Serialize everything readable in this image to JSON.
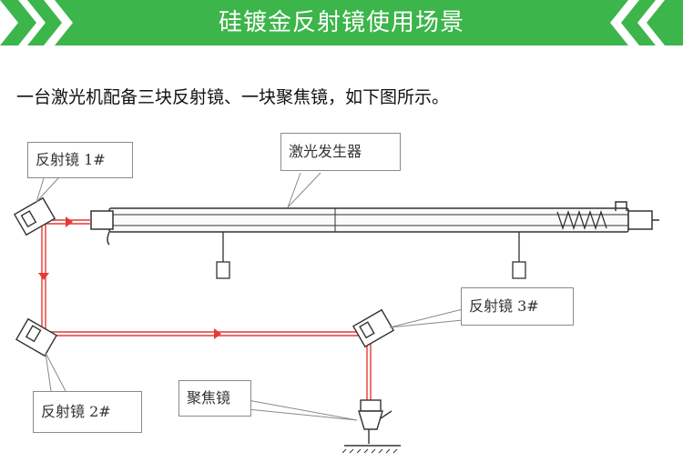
{
  "banner": {
    "title": "硅镀金反射镜使用场景"
  },
  "intro": "一台激光机配备三块反射镜、一块聚焦镜，如下图所示。",
  "diagram": {
    "labels": {
      "mirror1": "反射镜 1#",
      "mirror2": "反射镜 2#",
      "mirror3": "反射镜 3#",
      "laser": "激光发生器",
      "focus": "聚焦镜"
    }
  },
  "colors": {
    "accent": "#3cb54a",
    "beam": "#e53935",
    "line": "#333333"
  }
}
